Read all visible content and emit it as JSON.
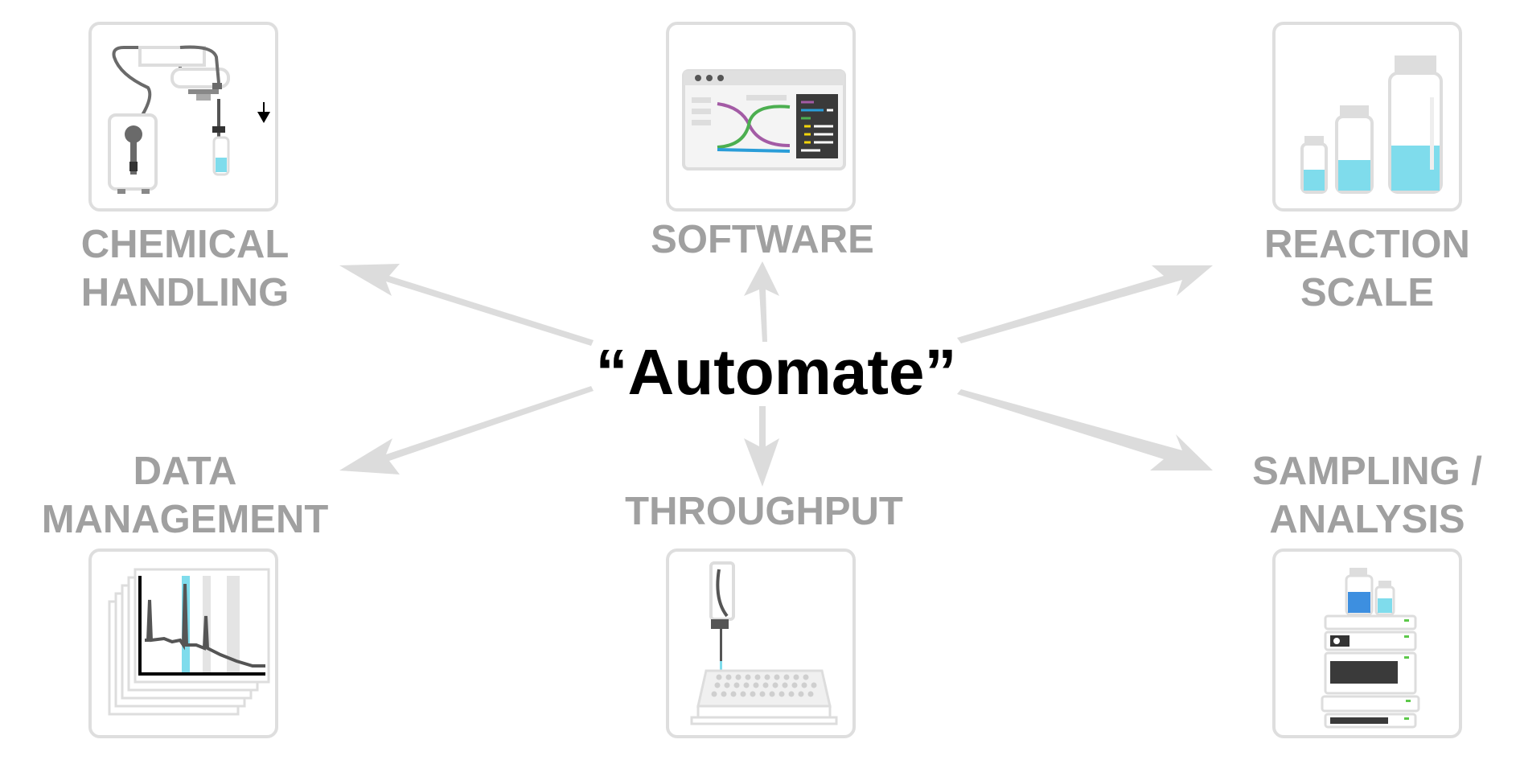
{
  "center": {
    "title": "“Automate”"
  },
  "nodes": {
    "chemical_handling": {
      "lines": [
        "CHEMICAL",
        "HANDLING"
      ],
      "icon": "liquid-handler-icon"
    },
    "software": {
      "lines": [
        "SOFTWARE"
      ],
      "icon": "software-window-icon"
    },
    "reaction_scale": {
      "lines": [
        "REACTION",
        "SCALE"
      ],
      "icon": "vials-icon"
    },
    "data_management": {
      "lines": [
        "DATA",
        "MANAGEMENT"
      ],
      "icon": "spectra-icon"
    },
    "throughput": {
      "lines": [
        "THROUGHPUT"
      ],
      "icon": "well-plate-icon"
    },
    "sampling_analysis": {
      "lines": [
        "SAMPLING /",
        "ANALYSIS"
      ],
      "icon": "hplc-instrument-icon"
    }
  },
  "colors": {
    "label": "#a0a0a0",
    "arrow": "#dcdcdc",
    "card_border": "#dedede",
    "accent_cyan": "#7fdcec",
    "title": "#000000"
  }
}
